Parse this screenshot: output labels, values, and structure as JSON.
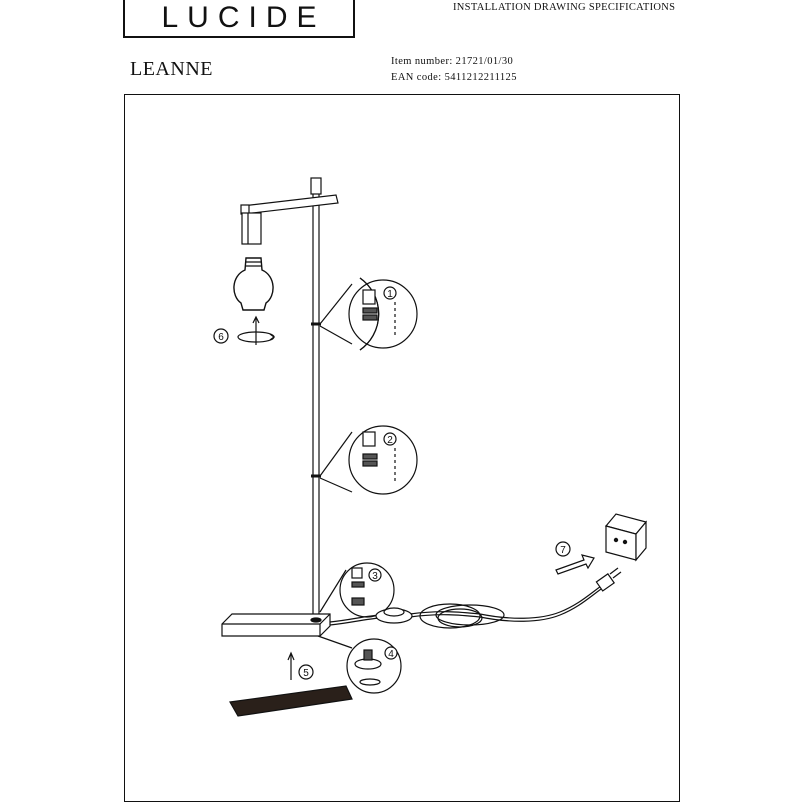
{
  "header": {
    "logo_text": "LUCIDE",
    "doc_title": "INSTALLATION DRAWING SPECIFICATIONS",
    "product_name": "LEANNE",
    "item_number": "Item number: 21721/01/30",
    "ean_code": "EAN code: 5411212211125"
  },
  "steps": [
    "1",
    "2",
    "3",
    "4",
    "5",
    "6",
    "7"
  ],
  "icons": {
    "lamp": "floor-lamp-drawing",
    "bulb": "light-bulb-icon",
    "wall_box": "wall-socket-icon",
    "plug": "power-plug-icon",
    "switch": "foot-switch-icon"
  },
  "colors": {
    "line": "#111111",
    "background": "#ffffff",
    "mat": "#2a201a"
  }
}
